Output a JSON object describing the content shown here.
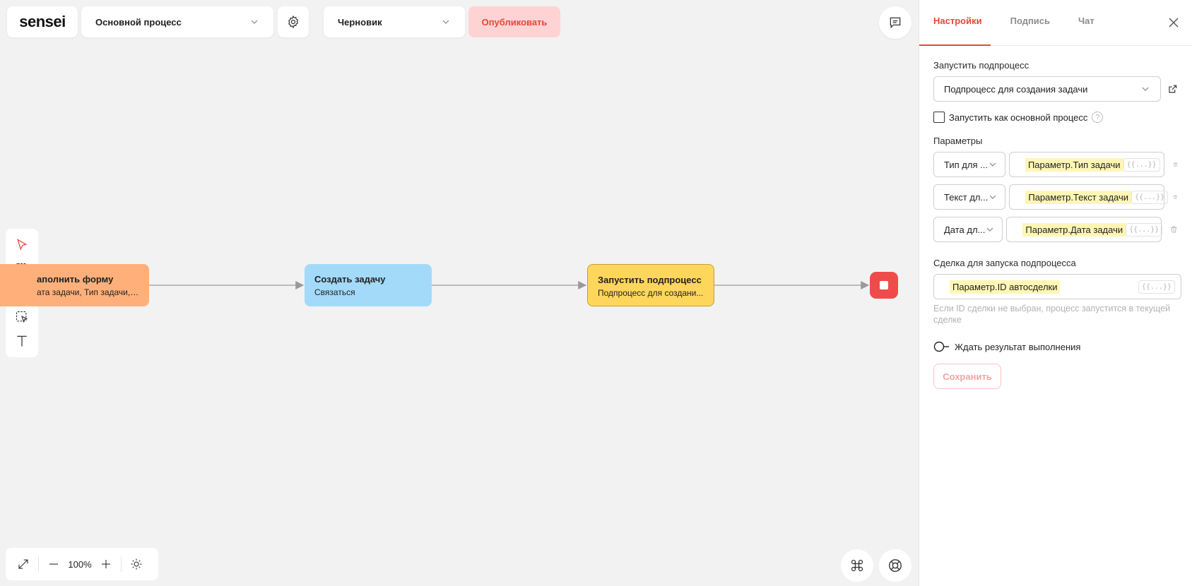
{
  "header": {
    "logo": "sensei",
    "process_select": "Основной процесс",
    "status_select": "Черновик",
    "publish_label": "Опубликовать"
  },
  "canvas": {
    "zoom": "100%",
    "nodes": [
      {
        "title": "аполнить форму",
        "subtitle": "ата задачи, Тип задачи, ..."
      },
      {
        "title": "Создать задачу",
        "subtitle": "Связаться"
      },
      {
        "title": "Запустить подпроцесс",
        "subtitle": "Подпроцесс для создани..."
      }
    ]
  },
  "panel": {
    "tabs": [
      "Настройки",
      "Подпись",
      "Чат"
    ],
    "active_tab": "Настройки",
    "subprocess_label": "Запустить подпроцесс",
    "subprocess_value": "Подпроцесс для создания задачи",
    "run_as_main_label": "Запустить как основной процесс",
    "help_mark": "?",
    "params_label": "Параметры",
    "params": [
      {
        "key": "Тип для ...",
        "value": "Параметр.Тип задачи"
      },
      {
        "key": "Текст дл...",
        "value": "Параметр.Текст задачи"
      },
      {
        "key": "Дата дл...",
        "value": "Параметр.Дата задачи"
      }
    ],
    "var_button": "{{...}}",
    "deal_label": "Сделка для запуска подпроцесса",
    "deal_value": "Параметр.ID автосделки",
    "deal_hint": "Если ID сделки не выбран, процесс запустится в текущей сделке",
    "wait_label": "Ждать результат выполнения",
    "save_label": "Сохранить"
  },
  "colors": {
    "accent": "#e6463a",
    "node_form": "#ffb07a",
    "node_task": "#a3daf9",
    "node_subprocess": "#ffd65c",
    "end_node": "#f04b4b"
  }
}
